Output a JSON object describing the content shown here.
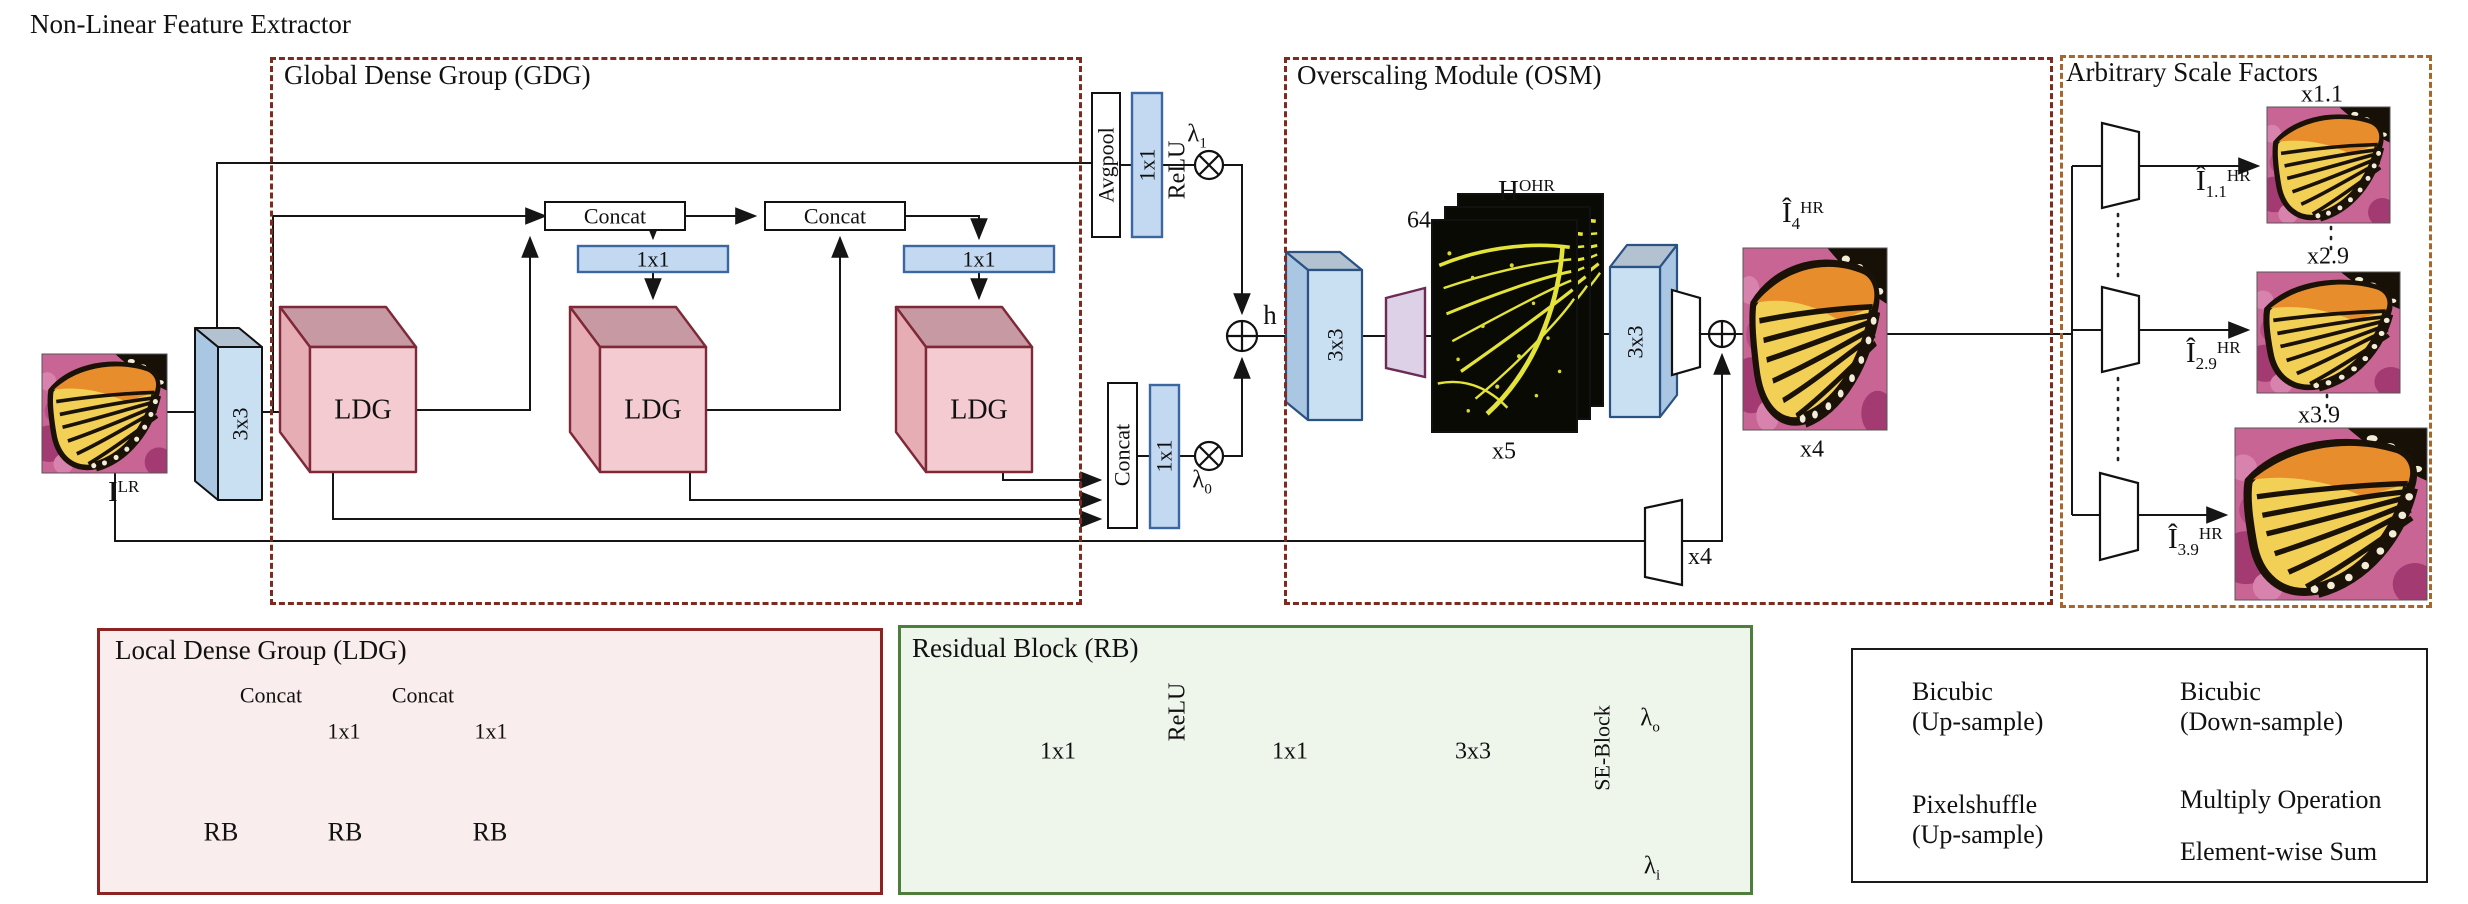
{
  "figure": {
    "title": "Non-Linear Feature Extractor"
  },
  "sections": {
    "gdg": {
      "title": "Global Dense Group (GDG)"
    },
    "osm": {
      "title": "Overscaling Module (OSM)"
    },
    "asf": {
      "title": "Arbitrary Scale Factors"
    },
    "ldg_detail": {
      "title": "Local Dense Group (LDG)"
    },
    "rb_detail": {
      "title": "Residual Block (RB)"
    }
  },
  "labels": {
    "concat": "Concat",
    "conv1x1": "1x1",
    "conv3x3": "3x3",
    "avgpool": "Avgpool",
    "relu": "ReLU",
    "ldg": "LDG",
    "rb": "RB",
    "se_block": "SE-Block",
    "h": "h",
    "x4": "x4",
    "x5": "x5",
    "channels": "64",
    "lambda_base": "λ",
    "lambda1_sub": "1",
    "lambda0_sub": "0",
    "lambdao_sub": "o",
    "lambdai_sub": "i"
  },
  "images": {
    "input": {
      "base": "I",
      "sup": "LR"
    },
    "hidden": {
      "base": "H",
      "sup": "OHR"
    },
    "out4": {
      "base": "Î",
      "sub": "4",
      "sup": "HR",
      "scale": "x4"
    },
    "out11": {
      "base": "Î",
      "sub": "1.1",
      "sup": "HR",
      "scale": "x1.1"
    },
    "out29": {
      "base": "Î",
      "sub": "2.9",
      "sup": "HR",
      "scale": "x2.9"
    },
    "out39": {
      "base": "Î",
      "sub": "3.9",
      "sup": "HR",
      "scale": "x3.9"
    }
  },
  "legend": {
    "bicubic_up": {
      "line1": "Bicubic",
      "line2": "(Up-sample)"
    },
    "bicubic_down": {
      "line1": "Bicubic",
      "line2": "(Down-sample)"
    },
    "pixelshuffle": {
      "line1": "Pixelshuffle",
      "line2": "(Up-sample)"
    },
    "multiply": "Multiply Operation",
    "sum": "Element-wise Sum"
  },
  "colors": {
    "dashed_border": "#7e2a1f",
    "asf_dashed_border": "#a8662a",
    "blue_fill": "#c9dff2",
    "blue_light_fill": "#d6e6f4",
    "pink_cube": "#f4cbd0",
    "green_cube": "#dcebd2",
    "purple_trapezoid": "#ddd1e7",
    "se_block": "#c8860b",
    "ldg_panel_bg": "#faeded",
    "ldg_panel_border": "#8b2423",
    "rb_panel_bg": "#eef5ea",
    "rb_panel_border": "#4e7e3c",
    "wire": "#151515"
  }
}
